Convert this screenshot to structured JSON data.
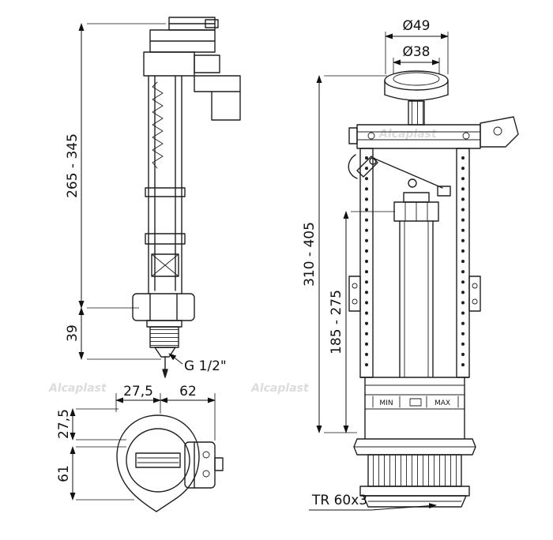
{
  "meta": {
    "bg_color": "#ffffff",
    "line_color": "#1f1f1f",
    "dim_color": "#111111",
    "watermark_color": "#dcdcdc"
  },
  "watermarks": {
    "w1": "Alcaplast",
    "w2": "Alcaplast",
    "w3": "Alcaplast"
  },
  "fill_valve": {
    "name": "bottom-entry fill valve (front view and bottom view)",
    "dims": {
      "body_height": "265 - 345",
      "shank_height": "39",
      "thread": "G 1/2\"",
      "offset_left": "27,5",
      "offset_right": "62",
      "depth_top": "27,5",
      "depth_bottom": "61"
    }
  },
  "flush_valve": {
    "name": "flush valve with push button (front view)",
    "dims": {
      "button_outer_dia": "Ø49",
      "button_inner_dia": "Ø38",
      "total_height": "310 - 405",
      "inner_height": "185 - 275",
      "thread": "TR 60x3",
      "min": "MIN",
      "max": "MAX"
    }
  }
}
